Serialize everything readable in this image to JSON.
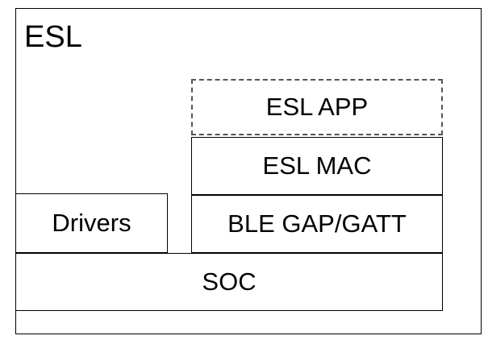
{
  "diagram": {
    "container_title": "ESL",
    "blocks": {
      "app": "ESL APP",
      "mac": "ESL MAC",
      "ble": "BLE GAP/GATT",
      "drivers": "Drivers",
      "soc": "SOC"
    },
    "app_border_style": "dashed"
  }
}
